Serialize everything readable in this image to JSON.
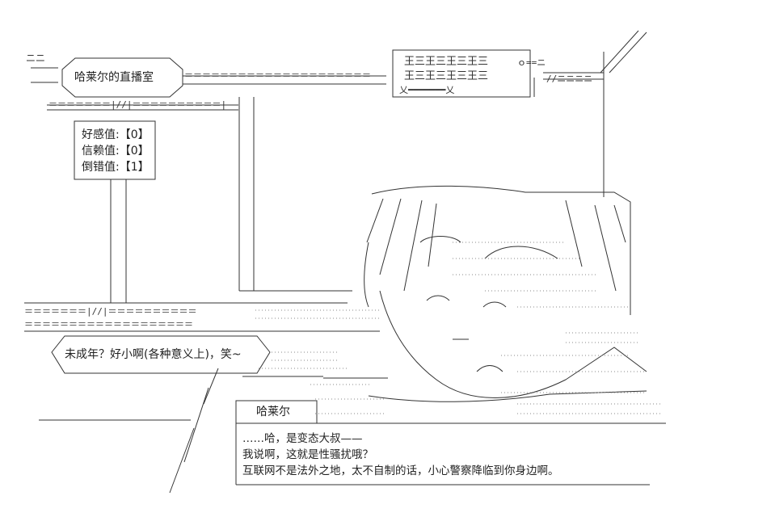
{
  "title_sign": {
    "text": "哈莱尔的直播室"
  },
  "stats": [
    {
      "label": "好感值",
      "value": "【0】"
    },
    {
      "label": "信赖值",
      "value": "【0】"
    },
    {
      "label": "倒错值",
      "value": "【1】"
    }
  ],
  "speech_bubble": {
    "text": "未成年？好小啊(各种意义上)，笑~"
  },
  "dialog": {
    "speaker": "哈莱尔",
    "lines": [
      "……哈，是变态大叔——",
      "我说啊，这就是性骚扰哦？",
      "互联网不是法外之地，太不自制的话，小心警察降临到你身边啊。"
    ]
  },
  "sign_art": {
    "row1": "王三王三王三王三",
    "row2": "王三王三王三王三",
    "row3": "乂━━━━━━━乂",
    "corner": "ｏ==ニ"
  }
}
